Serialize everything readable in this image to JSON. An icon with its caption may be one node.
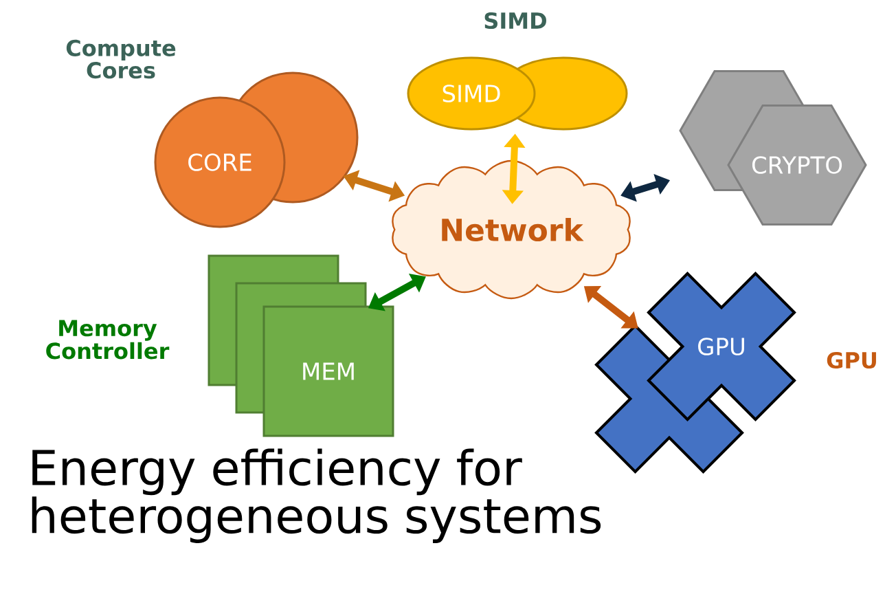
{
  "diagram": {
    "title": "Energy efficiency for heterogeneous systems",
    "nodes": [
      {
        "text": [
          "SIMD"
        ],
        "beside": [
          "SIMD"
        ]
      },
      {
        "text": [
          "CORE"
        ],
        "beside": [
          "Compute Cores"
        ]
      },
      {
        "text": [
          "CRYPTO"
        ]
      },
      {
        "text": [
          "Network"
        ]
      },
      {
        "text": [
          "MEM"
        ]
      },
      {
        "text": [
          "GPU"
        ],
        "beside": [
          "GPU"
        ]
      }
    ],
    "edges": [
      {
        "from": 3,
        "to": 1,
        "arrow": "both",
        "color": "#c87514"
      },
      {
        "from": 3,
        "to": 0,
        "arrow": "both",
        "color": "#ffc000"
      },
      {
        "from": 3,
        "to": 2,
        "arrow": "both",
        "color": "#0e2841"
      },
      {
        "from": 3,
        "to": 4,
        "arrow": "both",
        "color": "#007a00"
      },
      {
        "from": 3,
        "to": 5,
        "arrow": "both",
        "color": "#c55a11"
      }
    ],
    "labels": [
      "Memory Controller"
    ]
  }
}
